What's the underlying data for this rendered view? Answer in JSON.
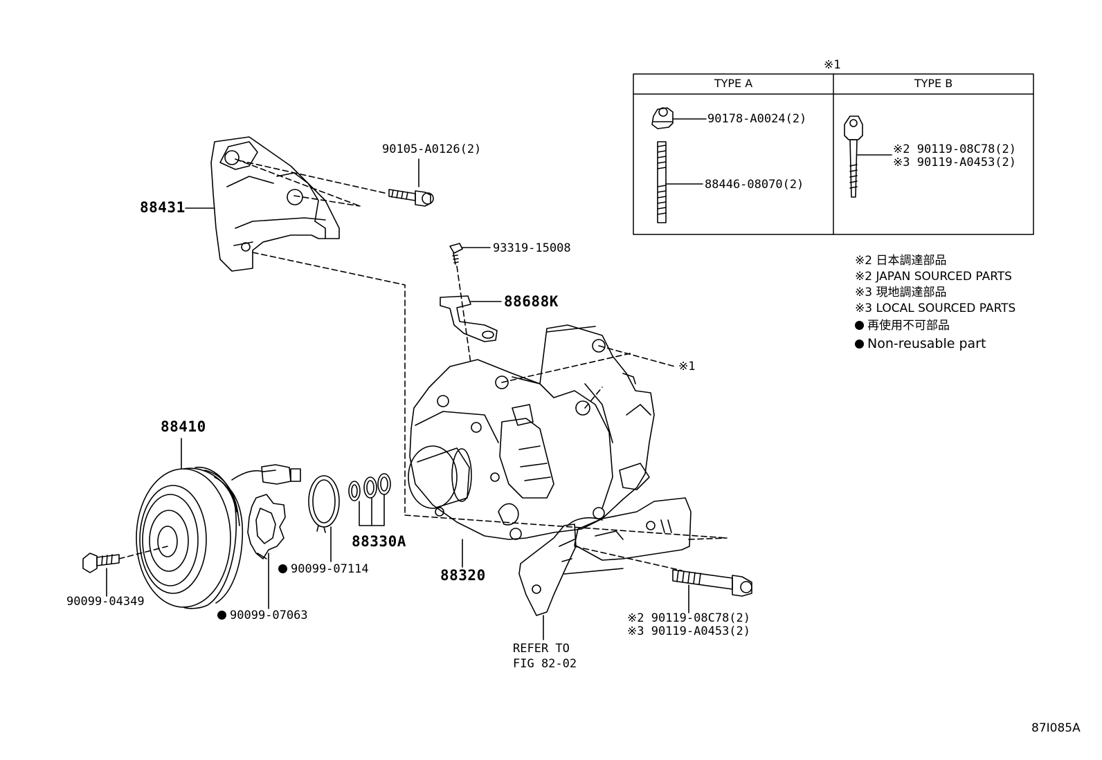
{
  "figure_code": "87I085A",
  "callouts": {
    "bracket": "88431",
    "bracket_bolt": "90105-A0126(2)",
    "screw": "93319-15008",
    "ground_strap": "88688K",
    "compressor_ref": "※1",
    "clutch": "88410",
    "o_rings": "88330A",
    "compressor": "88320",
    "snap_ring": "90099-07114",
    "shim": "90099-07063",
    "clutch_bolt": "90099-04349",
    "mount_bolt_1": "※2 90119-08C78(2)",
    "mount_bolt_2": "※3 90119-A0453(2)",
    "refer_line1": "REFER TO",
    "refer_line2": "FIG 82-02"
  },
  "type_table": {
    "title": "※1",
    "col_a_header": "TYPE A",
    "col_b_header": "TYPE B",
    "a_nut": "90178-A0024(2)",
    "a_stud": "88446-08070(2)",
    "b_bolt_1": "※2 90119-08C78(2)",
    "b_bolt_2": "※3 90119-A0453(2)"
  },
  "legend": {
    "l1": "※2 日本調達部品",
    "l2": "※2 JAPAN SOURCED PARTS",
    "l3": "※3 現地調達部品",
    "l4": "※3 LOCAL SOURCED PARTS",
    "l5": "再使用不可部品",
    "l6": "Non-reusable part"
  }
}
